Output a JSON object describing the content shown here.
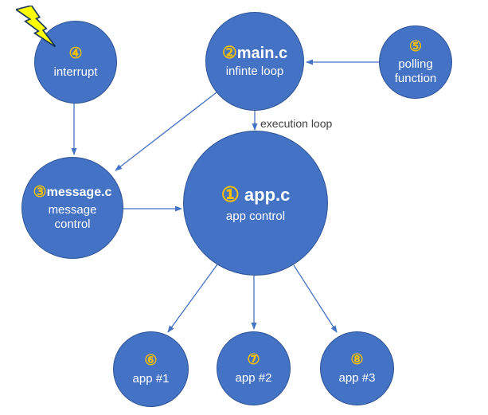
{
  "theme": {
    "bg": "#ffffff",
    "node-fill": "#4472C4",
    "node-border": "#2F5597",
    "badge-color": "#FFC000",
    "text-color": "#ffffff",
    "arrow-color": "#4472C4",
    "edge-label-color": "#3f3f3f",
    "bolt-fill": "#FFFF00",
    "bolt-stroke": "#17375E"
  },
  "diagram": {
    "nodes": {
      "app": {
        "badge": "①",
        "name": "app.c",
        "label": "app control"
      },
      "main": {
        "badge": "②",
        "name": "main.c",
        "label": "infinte loop"
      },
      "message": {
        "badge": "③",
        "name": "message.c",
        "label": "message control"
      },
      "interrupt": {
        "badge": "④",
        "label": "interrupt"
      },
      "polling": {
        "badge": "⑤",
        "label": "polling function"
      },
      "app1": {
        "badge": "⑥",
        "label": "app #1"
      },
      "app2": {
        "badge": "⑦",
        "label": "app #2"
      },
      "app3": {
        "badge": "⑧",
        "label": "app #3"
      }
    },
    "edges": {
      "main_to_app_label": "execution loop"
    },
    "icons": {
      "lightning": "lightning-bolt"
    }
  }
}
